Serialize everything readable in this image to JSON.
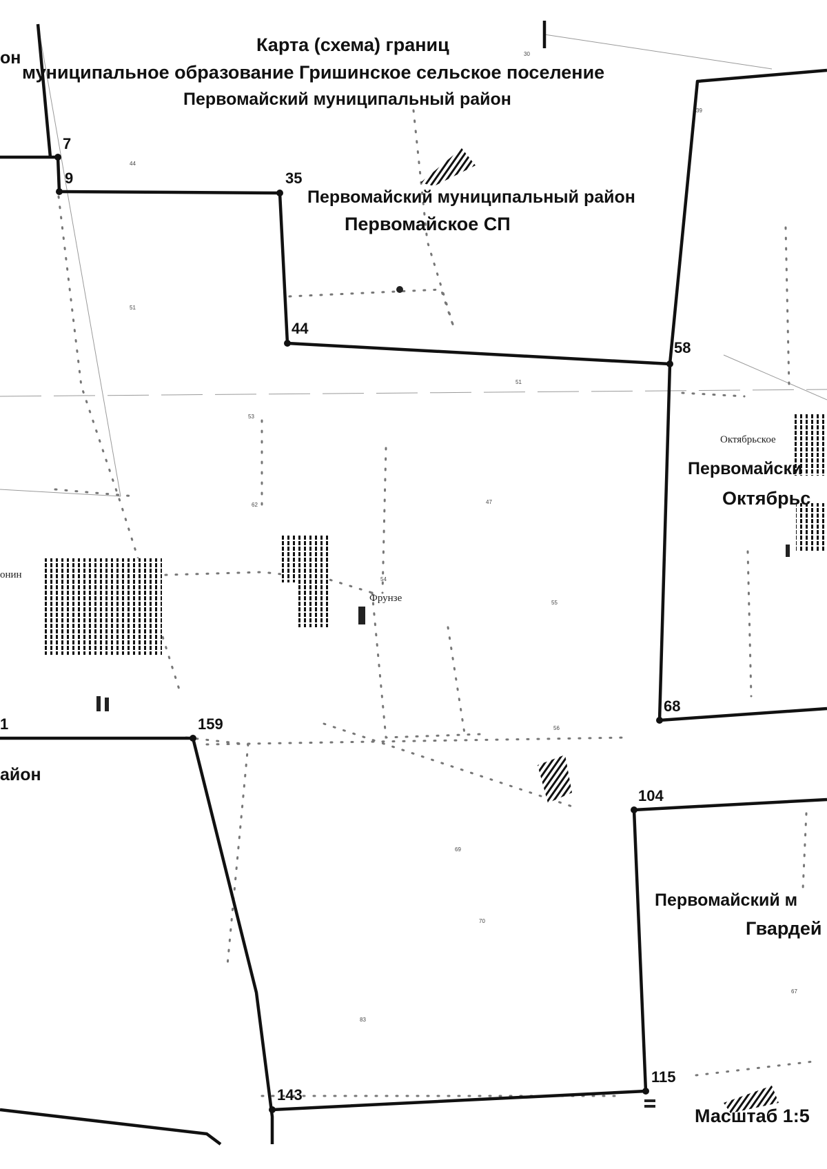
{
  "map": {
    "title_line1": "Карта (схема) границ",
    "title_line2": "муниципальное образование Гришинское сельское поселение",
    "title_line3": "Первомайский муниципальный район",
    "scale_label": "Масштаб 1:5",
    "edge_labels": {
      "top_left": "он",
      "left_mid": "айон"
    },
    "regions": {
      "pervomayskoe": {
        "district": "Первомайский муниципальный район",
        "settlement": "Первомайское СП"
      },
      "oktyabrskoe": {
        "district": "Первомайски",
        "settlement": "Октябрьс"
      },
      "gvardeyskoe": {
        "district": "Первомайский м",
        "settlement": "Гвардей"
      }
    },
    "villages": {
      "oktyabrskoe": "Октябрьское",
      "frunze": "Фрунзе",
      "left_village": "онин"
    },
    "vertices": [
      "7",
      "9",
      "35",
      "44",
      "58",
      "68",
      "104",
      "115",
      "143",
      "159",
      "1"
    ],
    "small_numbers": [
      "44",
      "51",
      "53",
      "62",
      "47",
      "54",
      "55",
      "56",
      "69",
      "70",
      "83",
      "67",
      "39",
      "30",
      "51"
    ],
    "colors": {
      "boundary": "#111111",
      "road": "#666666",
      "background": "#ffffff"
    }
  }
}
